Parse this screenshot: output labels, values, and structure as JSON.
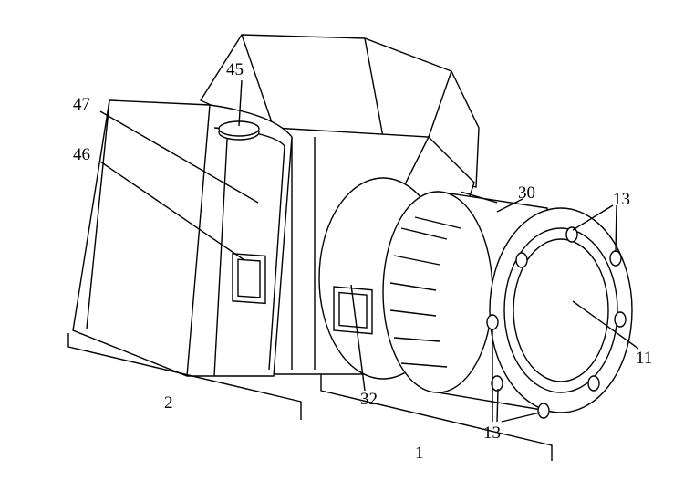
{
  "figure": {
    "labels": {
      "button": "45",
      "grip_panel": "47",
      "grip_window": "46",
      "focus_ring": "30",
      "leds_top": "13",
      "lens": "11",
      "leds_bottom": "13",
      "lens_window": "32",
      "body_bracket": "2",
      "lens_bracket": "1"
    }
  }
}
